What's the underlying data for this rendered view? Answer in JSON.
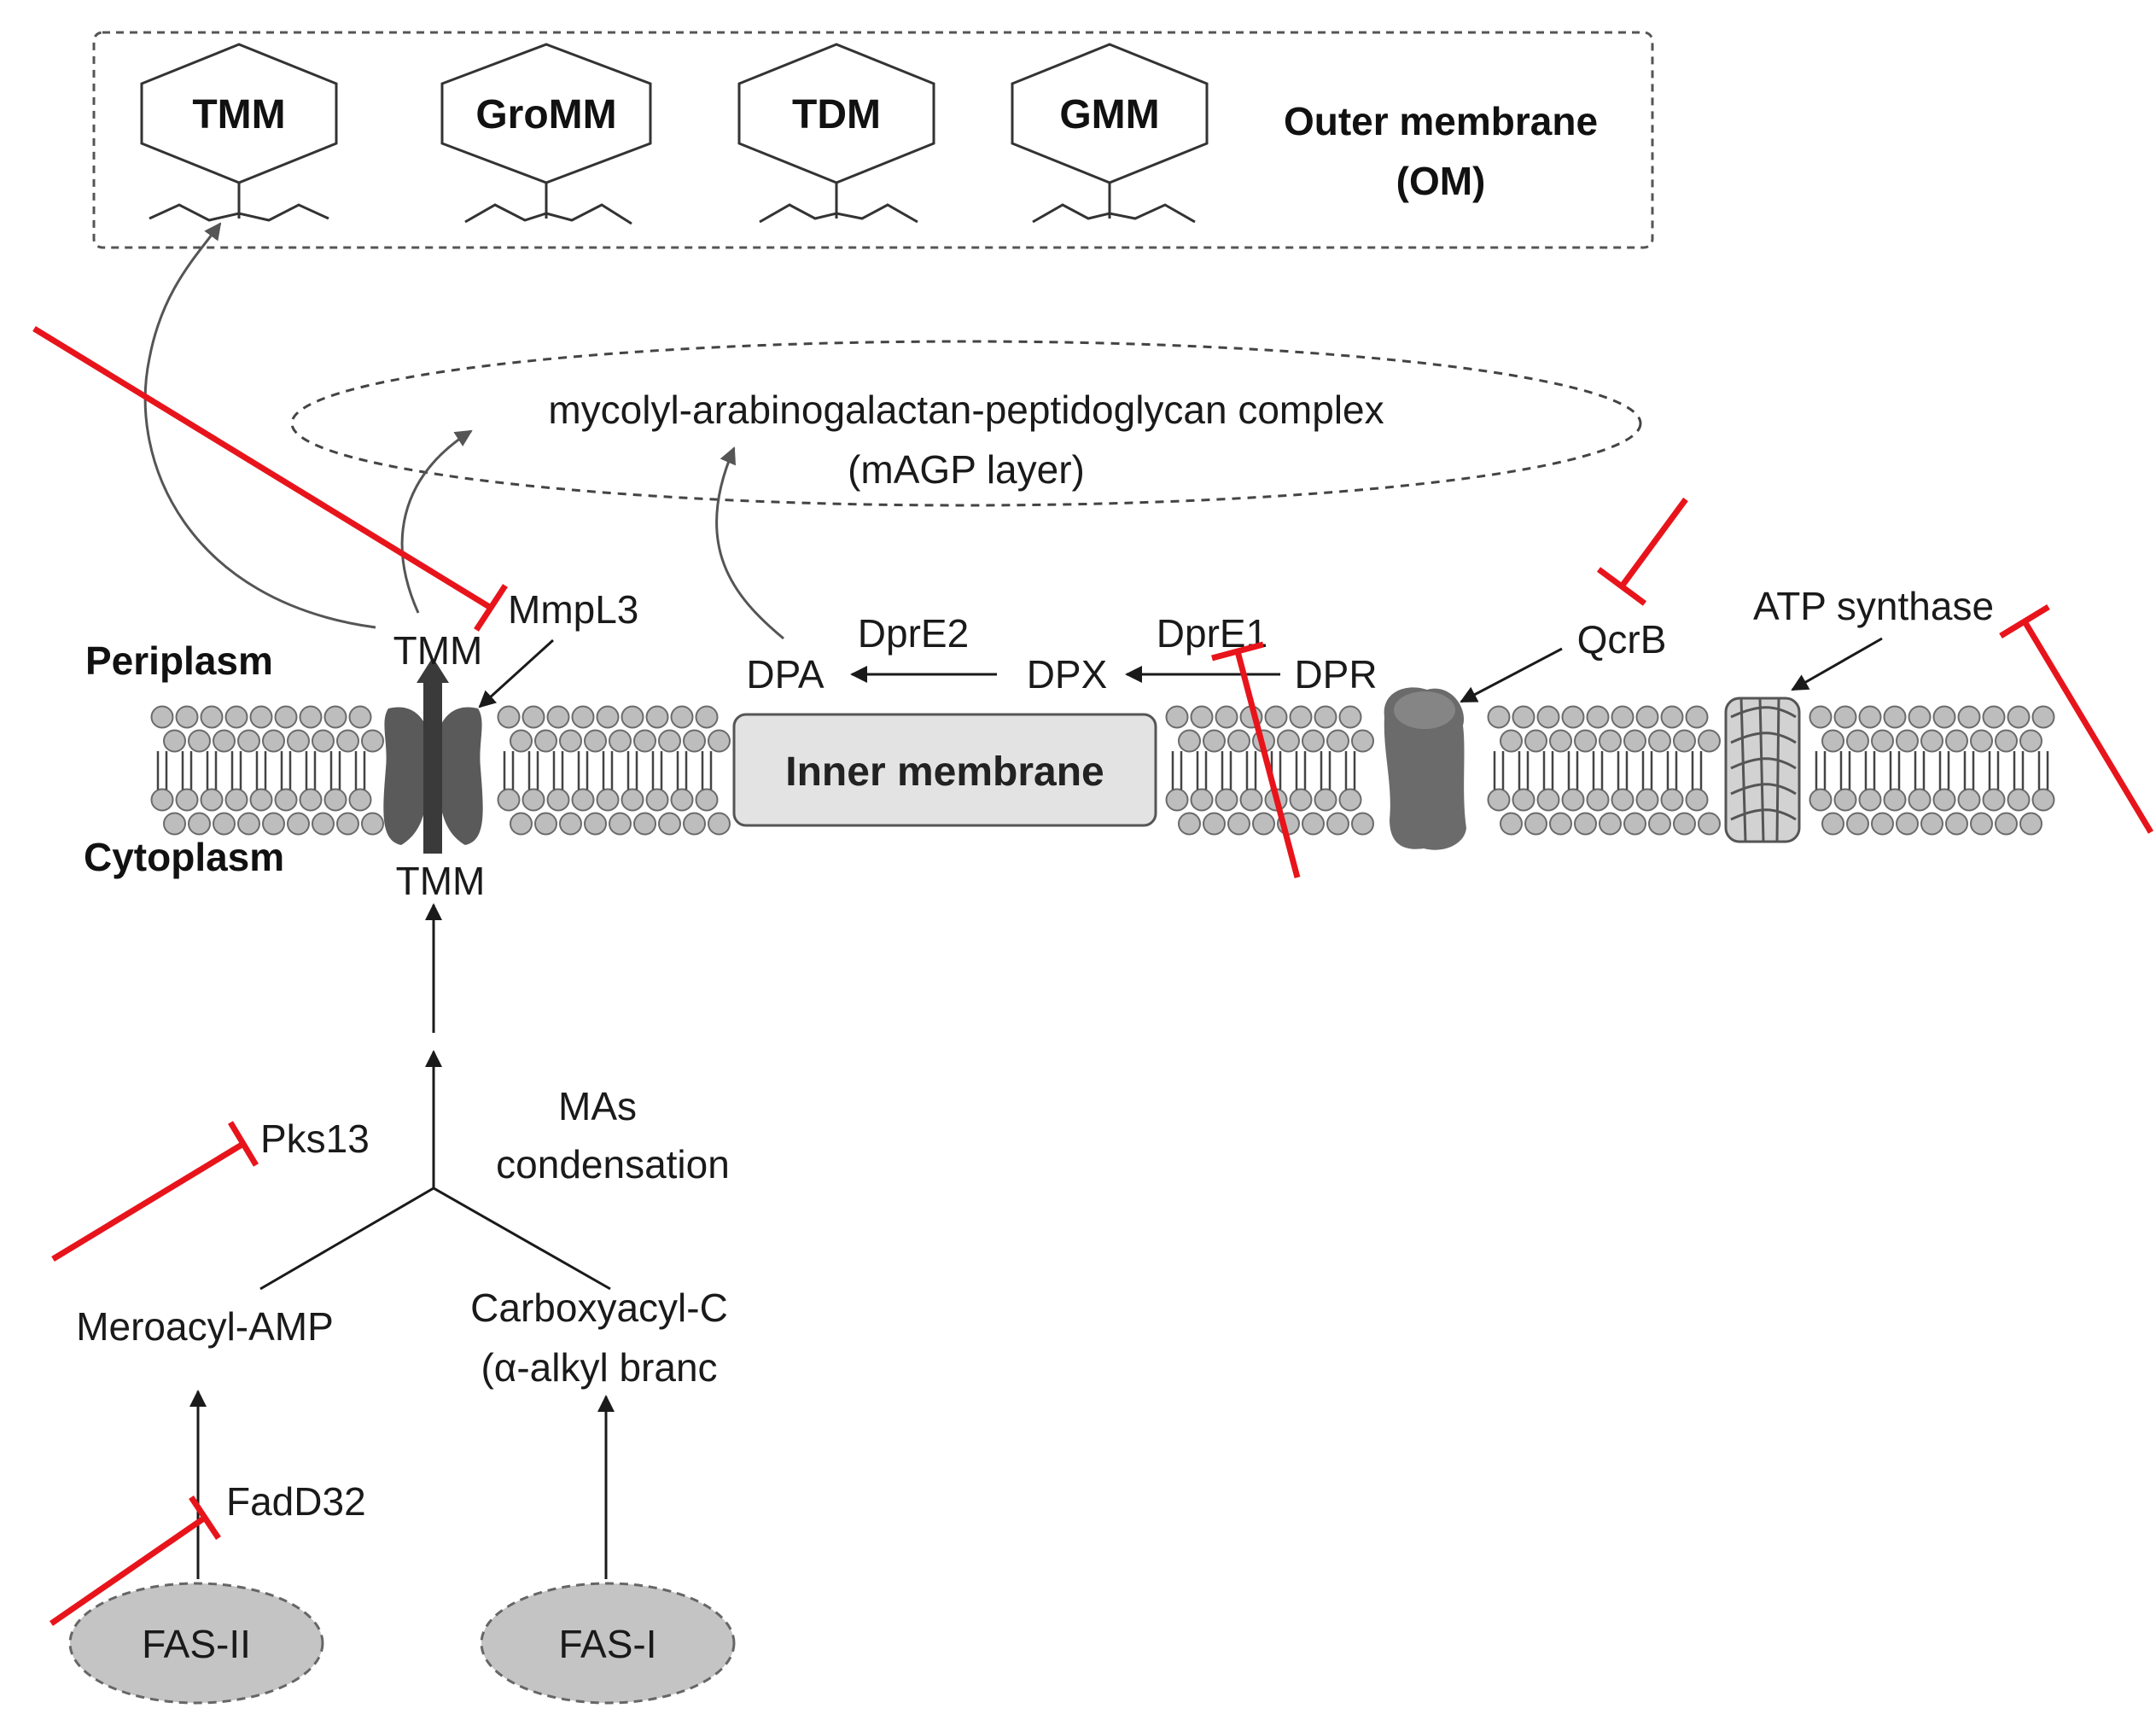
{
  "outer_membrane": {
    "glycolipids": [
      "TMM",
      "GroMM",
      "TDM",
      "GMM"
    ],
    "label_line1": "Outer membrane",
    "label_line2": "(OM)"
  },
  "magp": {
    "line1": "mycolyl-arabinogalactan-peptidoglycan complex",
    "line2": "(mAGP layer)"
  },
  "compartments": {
    "periplasm": "Periplasm",
    "cytoplasm": "Cytoplasm",
    "inner_membrane": "Inner membrane"
  },
  "metabolites": {
    "tmm_peri": "TMM",
    "tmm_cyto": "TMM",
    "dpa": "DPA",
    "dpx": "DPX",
    "dpr": "DPR",
    "meroacyl": "Meroacyl-AMP",
    "carboxyacyl_line1": "Carboxyacyl-C",
    "carboxyacyl_line2": "(α-alkyl branc",
    "mas_line1": "MAs",
    "mas_line2": "condensation"
  },
  "enzymes": {
    "mmpl3": "MmpL3",
    "dpre2": "DprE2",
    "dpre1": "DprE1",
    "qcrb": "QcrB",
    "atp_synthase": "ATP synthase",
    "pks13": "Pks13",
    "fadd32": "FadD32",
    "fas2": "FAS-II",
    "fas1": "FAS-I"
  },
  "colors": {
    "inhibitor": "#e8141b",
    "lipid_head": "#bdbdbd",
    "membrane_box": "#e3e3e3",
    "transporter": "#4d4d4d",
    "fas_ellipse": "#c4c4c4"
  }
}
